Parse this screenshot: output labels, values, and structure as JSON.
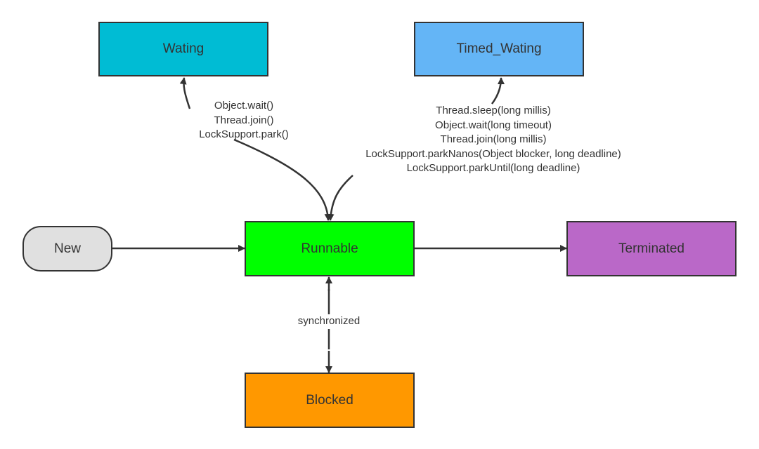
{
  "nodes": {
    "waiting": {
      "label": "Wating",
      "color": "#00bcd4"
    },
    "timed_waiting": {
      "label": "Timed_Wating",
      "color": "#64b5f6"
    },
    "new": {
      "label": "New",
      "color": "#e0e0e0"
    },
    "runnable": {
      "label": "Runnable",
      "color": "#00ff00"
    },
    "terminated": {
      "label": "Terminated",
      "color": "#ba68c8"
    },
    "blocked": {
      "label": "Blocked",
      "color": "#ff9800"
    }
  },
  "edges": {
    "to_waiting_labels": [
      "Object.wait()",
      "Thread.join()",
      "LockSupport.park()"
    ],
    "to_timed_waiting_labels": [
      "Thread.sleep(long millis)",
      "Object.wait(long timeout)",
      "Thread.join(long millis)",
      "LockSupport.parkNanos(Object blocker, long deadline)",
      "LockSupport.parkUntil(long deadline)"
    ],
    "blocked_label": "synchronized"
  },
  "colors": {
    "stroke": "#333333",
    "text": "#333333"
  }
}
